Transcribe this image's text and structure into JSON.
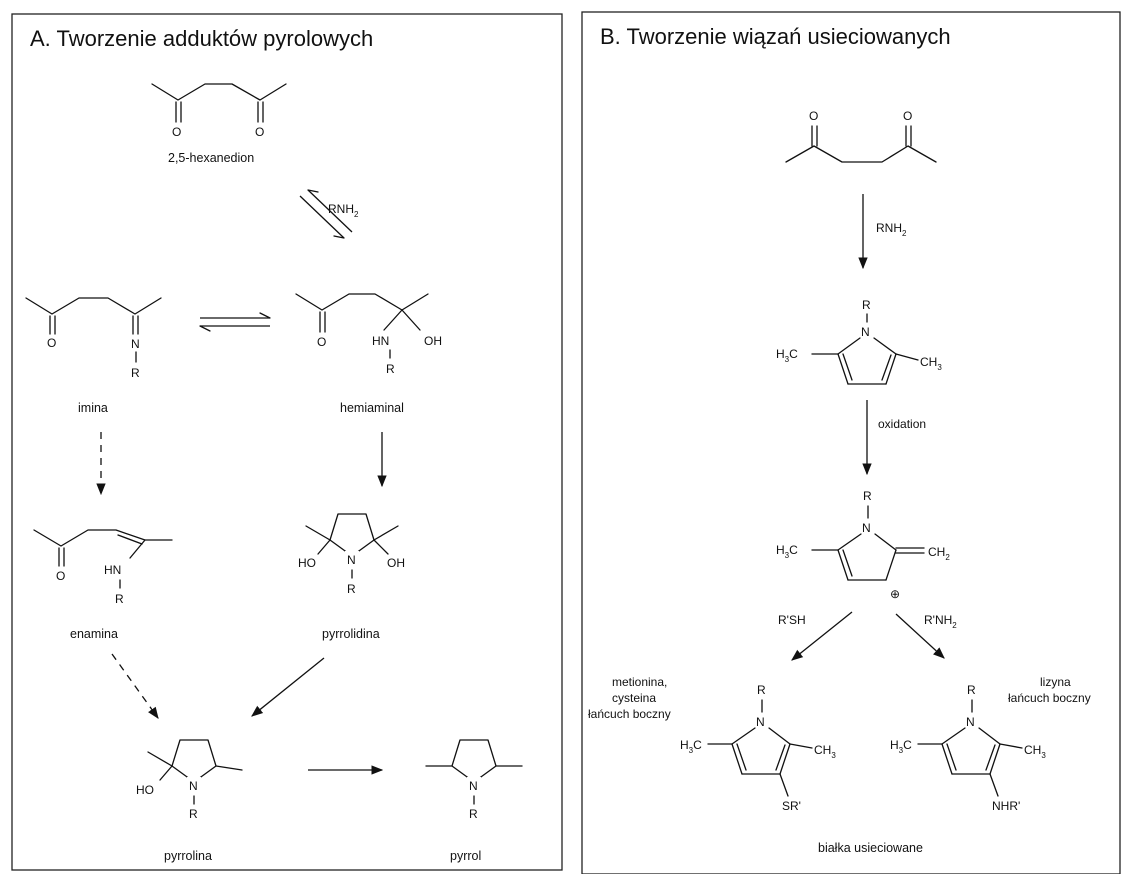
{
  "panel_a": {
    "title": "A. Tworzenie adduktów pyrolowych",
    "labels": {
      "hexanedione": "2,5-hexanedion",
      "imine": "imina",
      "hemiaminal": "hemiaminal",
      "enamine": "enamina",
      "pyrrolidine": "pyrrolidina",
      "pyrroline": "pyrrolina",
      "pyrrole": "pyrrol"
    },
    "reagent_main": "RNH",
    "reagent_sub": "2"
  },
  "panel_b": {
    "title": "B. Tworzenie wiązań usieciowanych",
    "reagent_main": "RNH",
    "reagent_sub": "2",
    "oxidation": "oxidation",
    "thiol_reagent": "R'SH",
    "amine_reagent_main": "R'NH",
    "amine_reagent_sub": "2",
    "left_side_chain": [
      "metionina,",
      "cysteina",
      "łańcuch boczny"
    ],
    "right_side_chain": [
      "lizyna",
      "łańcuch boczny"
    ],
    "sr_group": "SR'",
    "nhr_group": "NHR'",
    "product_label": "białka usieciowane",
    "charge": "⊕"
  },
  "atoms": {
    "O": "O",
    "N": "N",
    "R": "R",
    "HN": "HN",
    "OH": "OH",
    "HO": "HO",
    "H3C_main": "H",
    "H3C_sub": "3",
    "H3C_end": "C",
    "CH3_main": "CH",
    "CH3_sub": "3",
    "CH2_main": "CH",
    "CH2_sub": "2"
  }
}
